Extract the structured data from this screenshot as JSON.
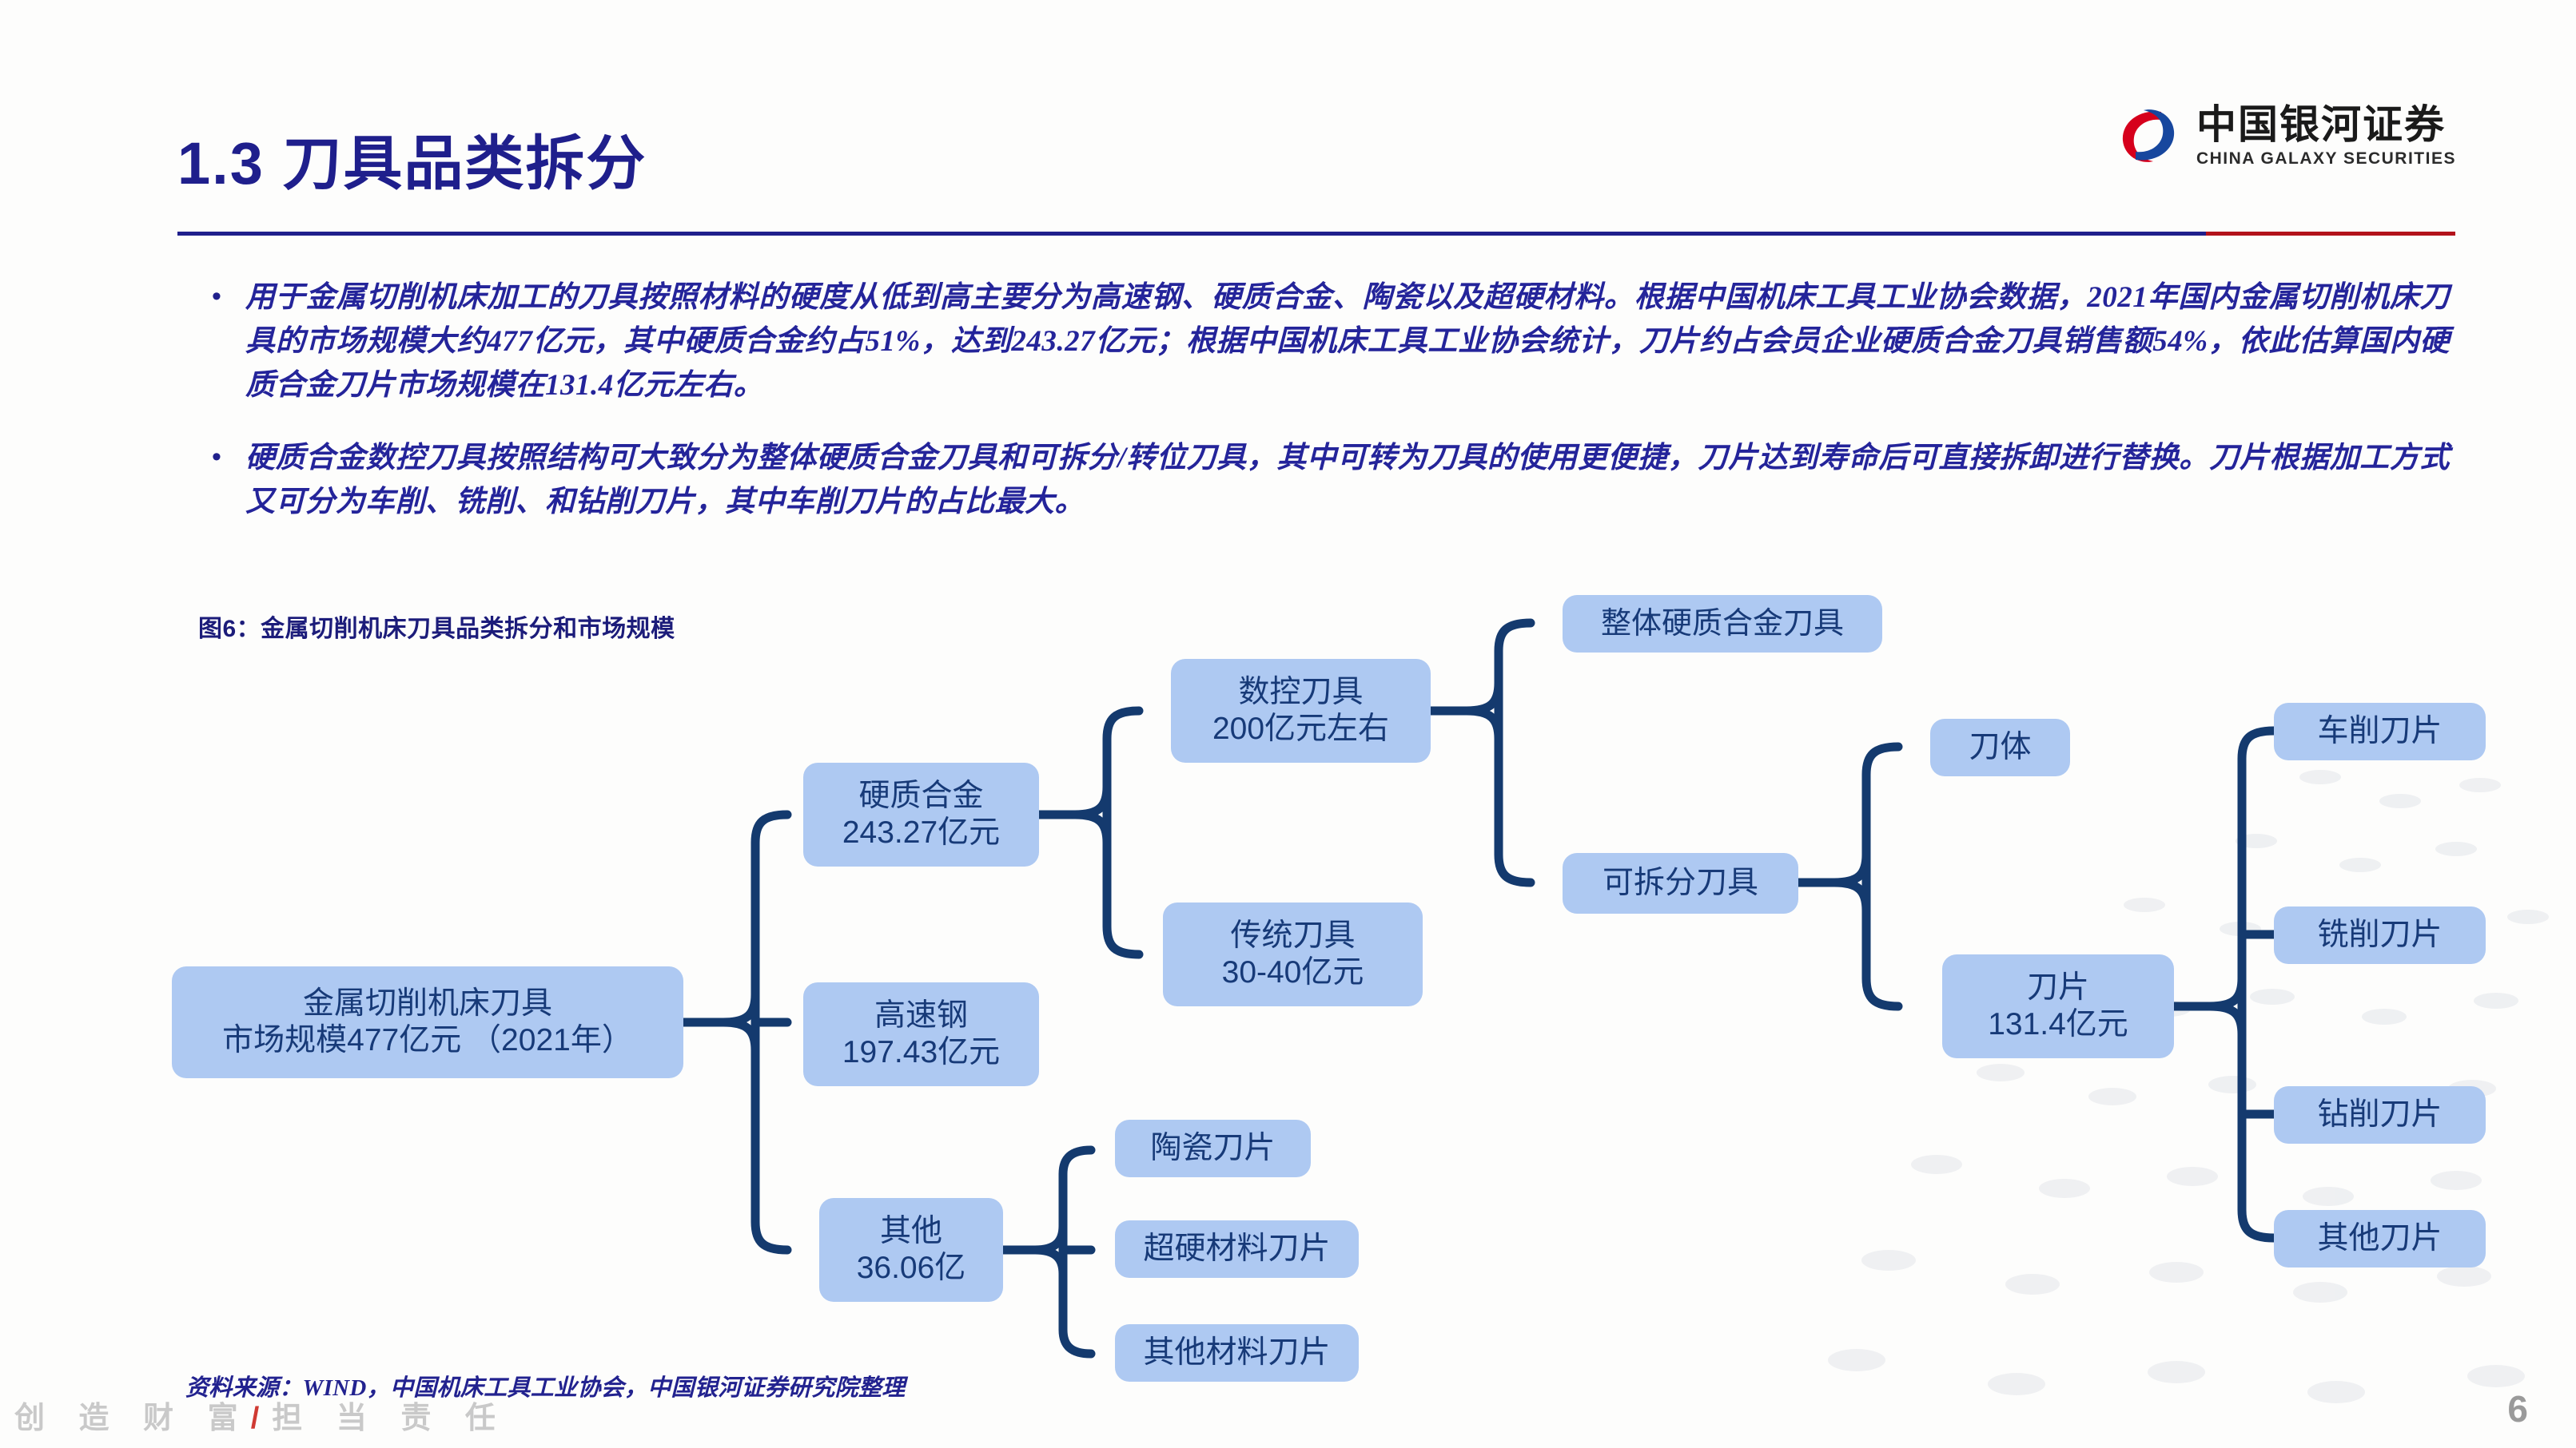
{
  "header": {
    "title": "1.3 刀具品类拆分",
    "logo_cn": "中国银河证券",
    "logo_en": "CHINA GALAXY SECURITIES"
  },
  "bullets": [
    {
      "marker": "•",
      "text": "用于金属切削机床加工的刀具按照材料的硬度从低到高主要分为高速钢、硬质合金、陶瓷以及超硬材料。根据中国机床工具工业协会数据，2021年国内金属切削机床刀具的市场规模大约477亿元，其中硬质合金约占51%，达到243.27亿元；根据中国机床工具工业协会统计，刀片约占会员企业硬质合金刀具销售额54%，依此估算国内硬质合金刀片市场规模在131.4亿元左右。"
    },
    {
      "marker": "•",
      "text": "硬质合金数控刀具按照结构可大致分为整体硬质合金刀具和可拆分/转位刀具，其中可转为刀具的使用更便捷，刀片达到寿命后可直接拆卸进行替换。刀片根据加工方式又可分为车削、铣削、和钻削刀片，其中车削刀片的占比最大。"
    }
  ],
  "figure": {
    "caption": "图6：金属切削机床刀具品类拆分和市场规模",
    "source": "资料来源：WIND，中国机床工具工业协会，中国银河证券研究院整理"
  },
  "chart_data": {
    "type": "diagram",
    "title": "图6：金属切削机床刀具品类拆分和市场规模",
    "layout": "horizontal bracket tree, left to right",
    "node_color": "#aec9f2",
    "text_color": "#173a78",
    "connector_color": "#143a6e",
    "nodes": [
      {
        "id": "root",
        "line1": "金属切削机床刀具",
        "line2": "市场规模477亿元 （2021年）",
        "level": 0
      },
      {
        "id": "carbide",
        "line1": "硬质合金",
        "line2": "243.27亿元",
        "level": 1
      },
      {
        "id": "hss",
        "line1": "高速钢",
        "line2": "197.43亿元",
        "level": 1
      },
      {
        "id": "other",
        "line1": "其他",
        "line2": "36.06亿",
        "level": 1
      },
      {
        "id": "cnc",
        "line1": "数控刀具",
        "line2": "200亿元左右",
        "level": 2
      },
      {
        "id": "traditional",
        "line1": "传统刀具",
        "line2": "30-40亿元",
        "level": 2
      },
      {
        "id": "solid",
        "line1": "整体硬质合金刀具",
        "line2": "",
        "level": 3
      },
      {
        "id": "detachable",
        "line1": "可拆分刀具",
        "line2": "",
        "level": 3
      },
      {
        "id": "holder",
        "line1": "刀体",
        "line2": "",
        "level": 4
      },
      {
        "id": "insert",
        "line1": "刀片",
        "line2": "131.4亿元",
        "level": 4
      },
      {
        "id": "turning",
        "line1": "车削刀片",
        "line2": "",
        "level": 5
      },
      {
        "id": "milling",
        "line1": "铣削刀片",
        "line2": "",
        "level": 5
      },
      {
        "id": "drilling",
        "line1": "钻削刀片",
        "line2": "",
        "level": 5
      },
      {
        "id": "other_insert",
        "line1": "其他刀片",
        "line2": "",
        "level": 5
      },
      {
        "id": "ceramic",
        "line1": "陶瓷刀片",
        "line2": "",
        "level": 2
      },
      {
        "id": "superhard",
        "line1": "超硬材料刀片",
        "line2": "",
        "level": 2
      },
      {
        "id": "othermat",
        "line1": "其他材料刀片",
        "line2": "",
        "level": 2
      }
    ],
    "edges": [
      {
        "from": "root",
        "to": [
          "carbide",
          "hss",
          "other"
        ]
      },
      {
        "from": "carbide",
        "to": [
          "cnc",
          "traditional"
        ]
      },
      {
        "from": "cnc",
        "to": [
          "solid",
          "detachable"
        ]
      },
      {
        "from": "detachable",
        "to": [
          "holder",
          "insert"
        ]
      },
      {
        "from": "insert",
        "to": [
          "turning",
          "milling",
          "drilling",
          "other_insert"
        ]
      },
      {
        "from": "other",
        "to": [
          "ceramic",
          "superhard",
          "othermat"
        ]
      }
    ],
    "values": {
      "金属切削机床刀具市场规模": 477,
      "硬质合金": 243.27,
      "高速钢": 197.43,
      "其他": 36.06,
      "数控刀具": 200,
      "传统刀具": "30-40",
      "刀片": 131.4,
      "年份": 2021,
      "单位": "亿元"
    }
  },
  "footer": {
    "brand_left": "创 造 财 富",
    "brand_sep": "/",
    "brand_right": "担 当 责 任",
    "page_number": "6"
  }
}
